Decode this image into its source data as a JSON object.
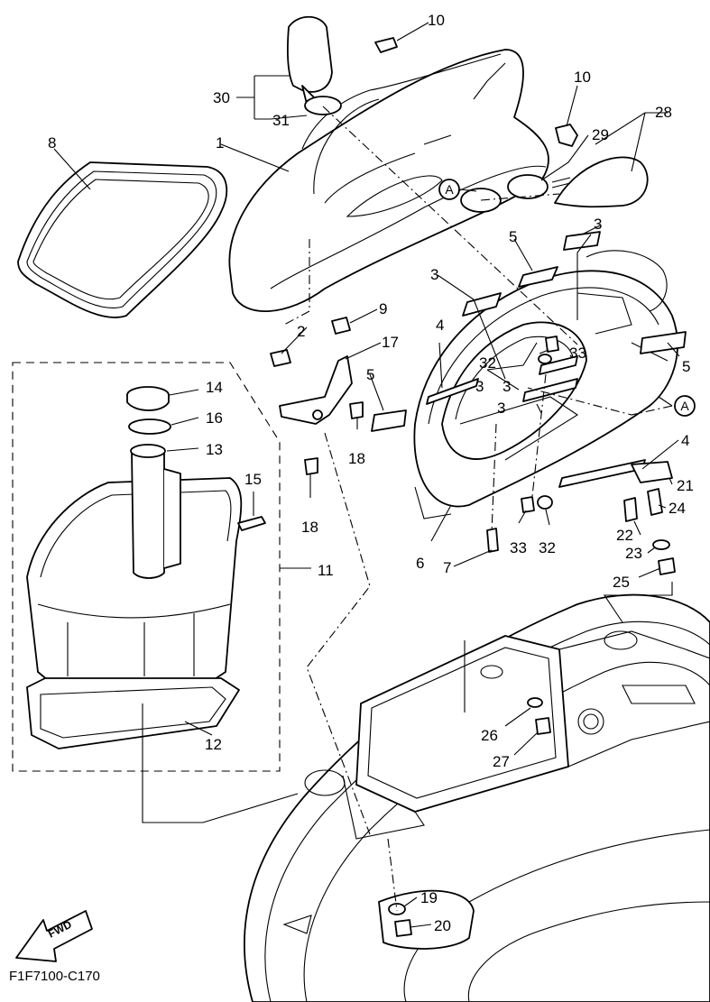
{
  "diagram_code": "F1F7100-C170",
  "fwd_label": "FWD",
  "ref_marks": [
    "A",
    "A"
  ],
  "callouts": [
    "1",
    "2",
    "3",
    "3",
    "3",
    "3",
    "3",
    "4",
    "4",
    "5",
    "5",
    "5",
    "6",
    "7",
    "8",
    "9",
    "10",
    "10",
    "11",
    "12",
    "13",
    "14",
    "15",
    "16",
    "17",
    "18",
    "18",
    "19",
    "20",
    "21",
    "22",
    "23",
    "24",
    "25",
    "26",
    "27",
    "28",
    "29",
    "30",
    "31",
    "32",
    "32",
    "33",
    "33"
  ]
}
